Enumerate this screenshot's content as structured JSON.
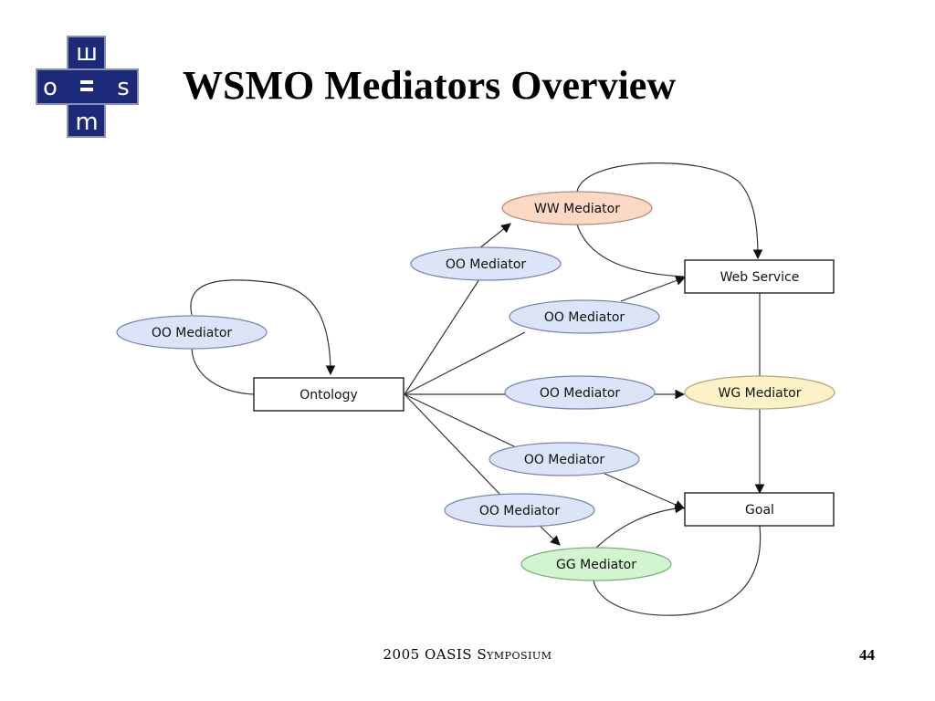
{
  "slide": {
    "title": "WSMO Mediators Overview",
    "footer": "2005 OASIS Symposium",
    "page_number": "44"
  },
  "logo": {
    "letters": [
      "w",
      "o",
      "s",
      "m"
    ],
    "colors": {
      "frame": "#1d2a7a",
      "background": "#c9d4ec",
      "letter": "#ffffff"
    }
  },
  "diagram": {
    "nodes": {
      "ontology": "Ontology",
      "web_service": "Web Service",
      "goal": "Goal",
      "ww_mediator": "WW Mediator",
      "wg_mediator": "WG Mediator",
      "gg_mediator": "GG Mediator",
      "oo_mediator_left": "OO Mediator",
      "oo_mediator_top": "OO Mediator",
      "oo_mediator_webservice": "OO Mediator",
      "oo_mediator_wg": "OO Mediator",
      "oo_mediator_goal": "OO Mediator",
      "oo_mediator_gg": "OO Mediator"
    },
    "colors": {
      "oo_mediator": "#dde4f7",
      "ww_mediator": "#fbd8c4",
      "wg_mediator": "#fdf1c6",
      "gg_mediator": "#d2f5cf",
      "box": "#ffffff",
      "stroke": "#333333"
    }
  }
}
